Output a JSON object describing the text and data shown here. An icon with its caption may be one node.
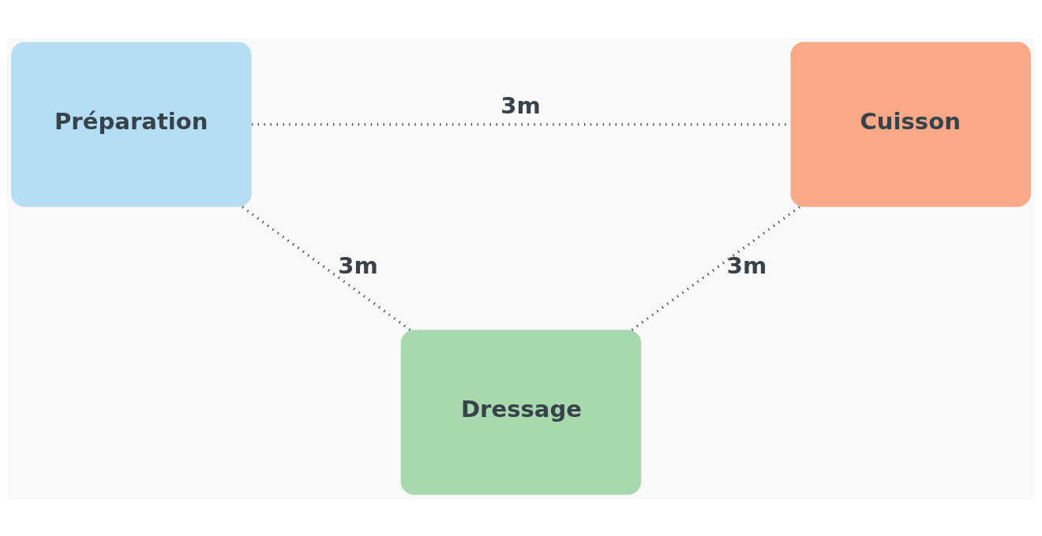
{
  "diagram": {
    "nodes": [
      {
        "text": [
          "Préparation"
        ]
      },
      {
        "text": [
          "Cuisson"
        ]
      },
      {
        "text": [
          "Dressage"
        ]
      }
    ],
    "edges": [
      {
        "from": 0,
        "to": 1,
        "arrow": "none",
        "label": "3m",
        "style": "dashed"
      },
      {
        "from": 0,
        "to": 2,
        "arrow": "none",
        "label": "3m",
        "style": "dashed"
      },
      {
        "from": 1,
        "to": 2,
        "arrow": "none",
        "label": "3m",
        "style": "dashed"
      }
    ]
  }
}
